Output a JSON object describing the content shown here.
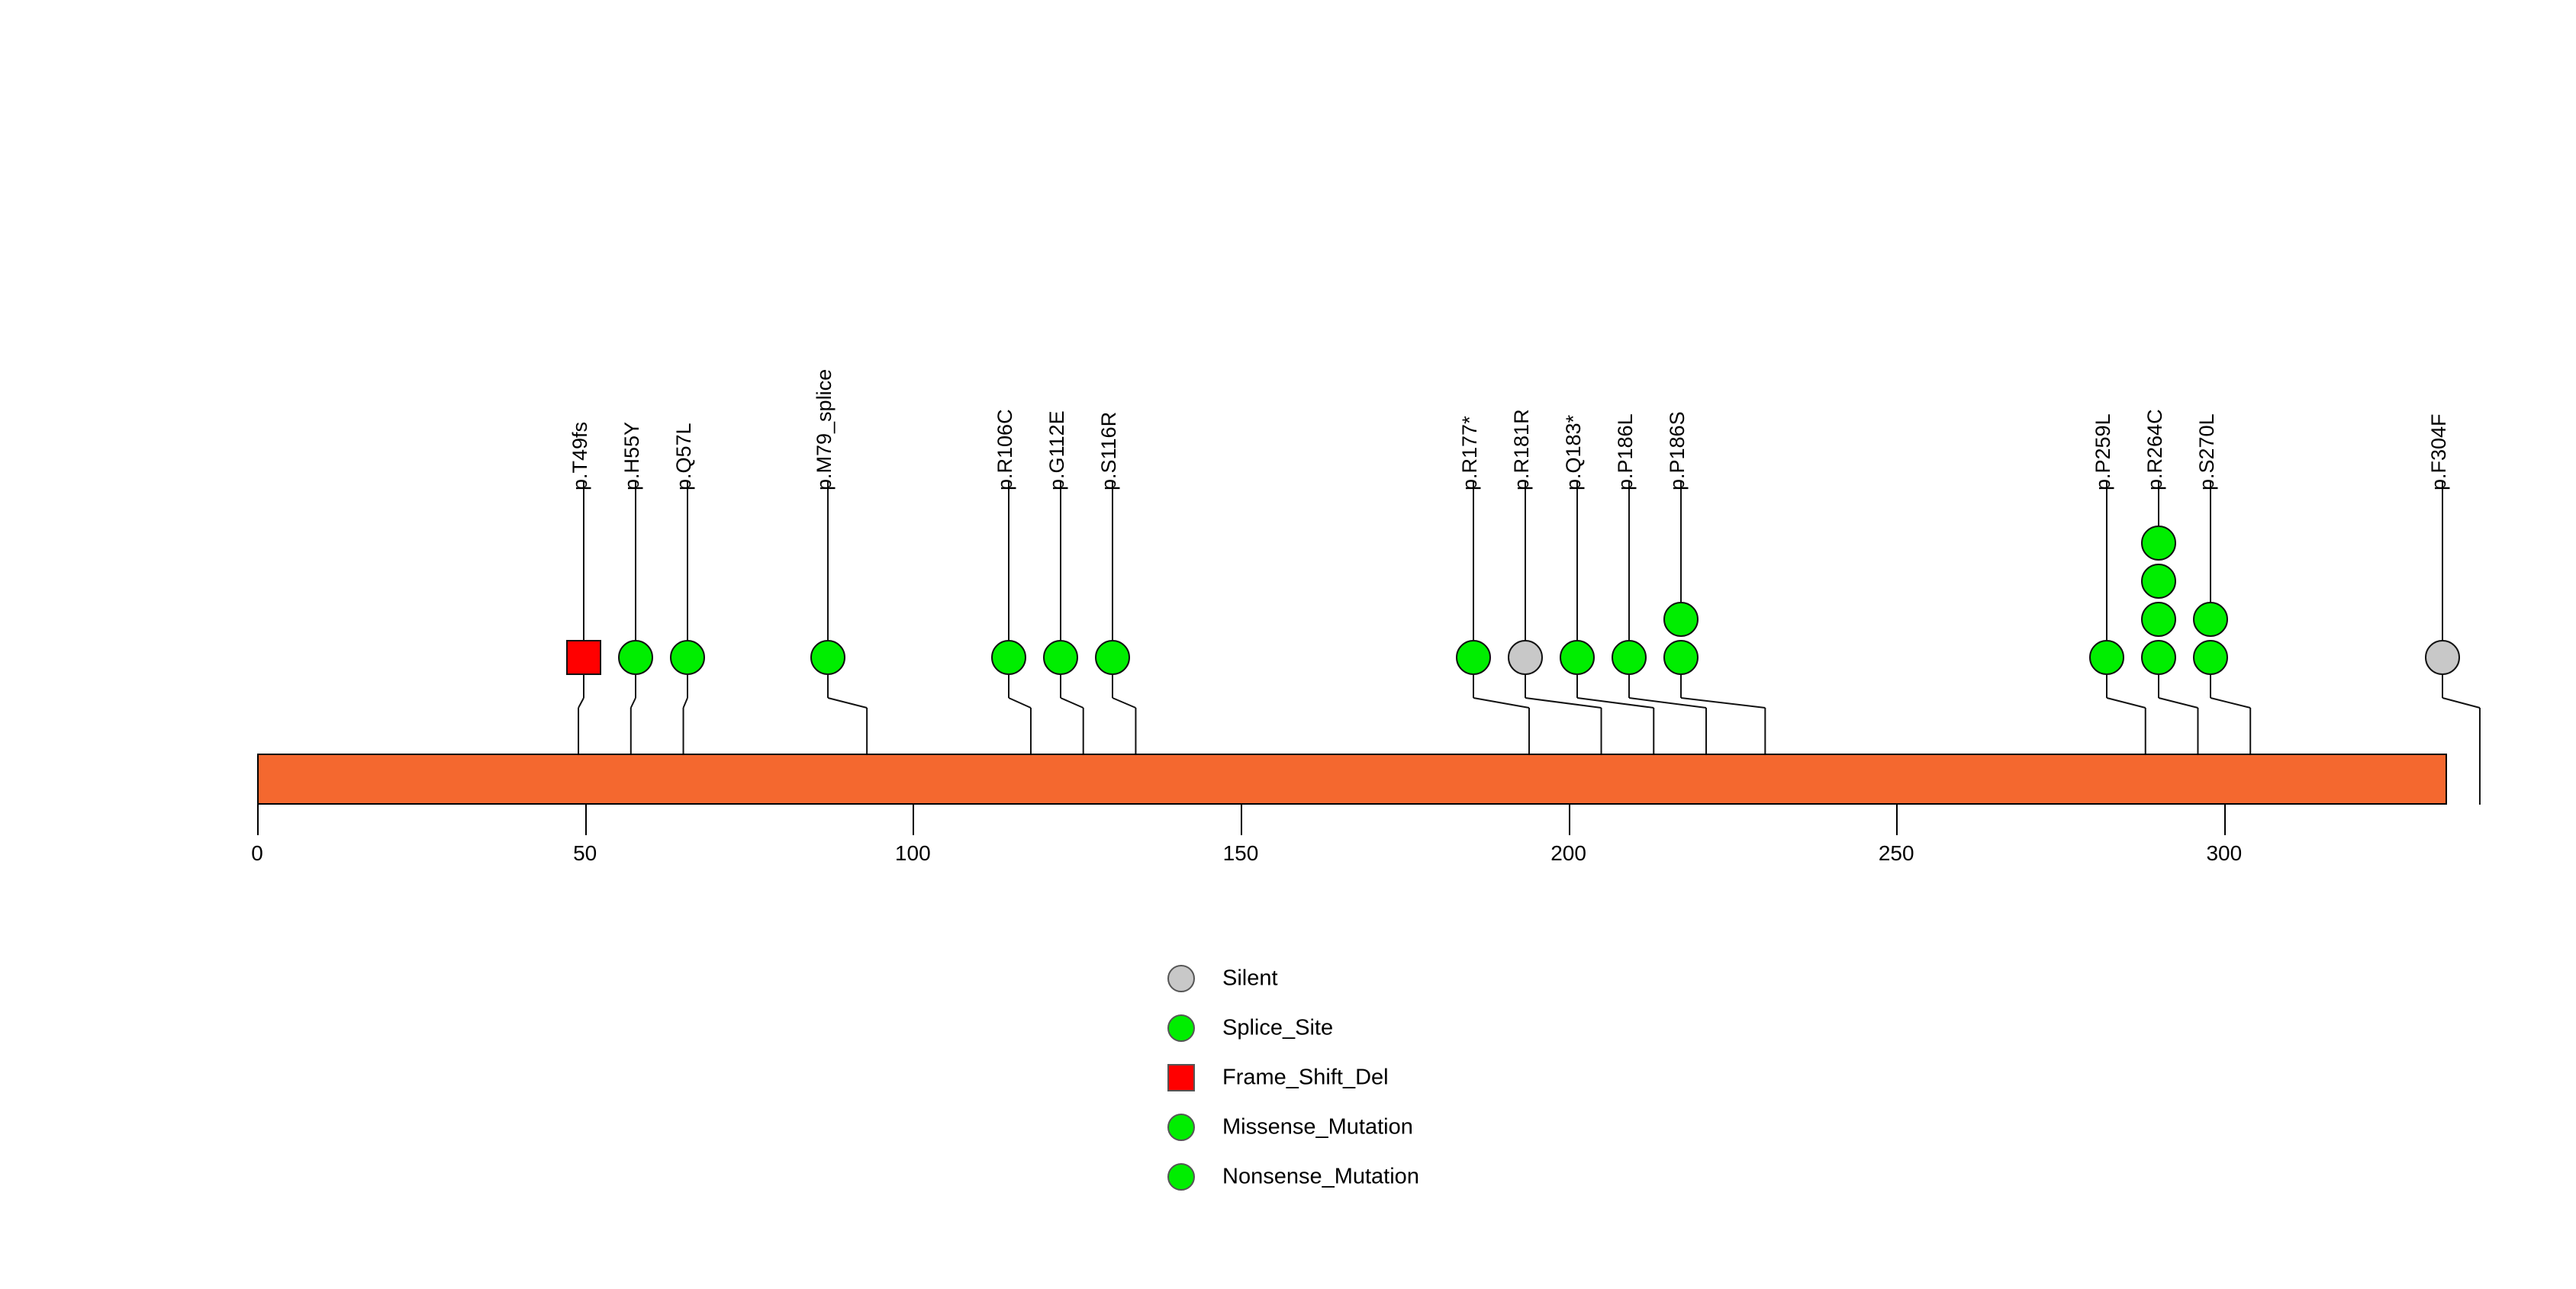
{
  "chart_data": {
    "type": "lollipop",
    "title": "",
    "xlabel": "",
    "ylabel": "",
    "xlim": [
      0,
      334
    ],
    "axis_ticks": [
      0,
      50,
      100,
      150,
      200,
      250,
      300
    ],
    "axis_tick_labels": [
      "0",
      "50",
      "100",
      "150",
      "200",
      "250",
      "300"
    ],
    "protein_bar": {
      "name": "protein-backbone",
      "start": 0,
      "end": 334,
      "color": "#F4682F",
      "border_color": "#000000"
    },
    "mutations": [
      {
        "label": "p.T49fs",
        "position": 49,
        "count": 1,
        "type": "Frame_Shift_Del",
        "shape": "square",
        "color": "#FF0000"
      },
      {
        "label": "p.H55Y",
        "position": 57,
        "count": 1,
        "type": "Missense_Mutation",
        "shape": "circle",
        "color": "#00EE00"
      },
      {
        "label": "p.Q57L",
        "position": 65,
        "count": 1,
        "type": "Missense_Mutation",
        "shape": "circle",
        "color": "#00EE00"
      },
      {
        "label": "p.M79_splice",
        "position": 93,
        "count": 1,
        "type": "Splice_Site",
        "shape": "circle",
        "color": "#00EE00"
      },
      {
        "label": "p.R106C",
        "position": 118,
        "count": 1,
        "type": "Missense_Mutation",
        "shape": "circle",
        "color": "#00EE00"
      },
      {
        "label": "p.G112E",
        "position": 126,
        "count": 1,
        "type": "Missense_Mutation",
        "shape": "circle",
        "color": "#00EE00"
      },
      {
        "label": "p.S116R",
        "position": 134,
        "count": 1,
        "type": "Missense_Mutation",
        "shape": "circle",
        "color": "#00EE00"
      },
      {
        "label": "p.R177*",
        "position": 194,
        "count": 1,
        "type": "Nonsense_Mutation",
        "shape": "circle",
        "color": "#00EE00"
      },
      {
        "label": "p.R181R",
        "position": 205,
        "count": 1,
        "type": "Silent",
        "shape": "circle",
        "color": "#C8C8C8"
      },
      {
        "label": "p.Q183*",
        "position": 213,
        "count": 1,
        "type": "Nonsense_Mutation",
        "shape": "circle",
        "color": "#00EE00"
      },
      {
        "label": "p.P186L",
        "position": 221,
        "count": 1,
        "type": "Missense_Mutation",
        "shape": "circle",
        "color": "#00EE00"
      },
      {
        "label": "p.P186S",
        "position": 230,
        "count": 2,
        "type": "Missense_Mutation",
        "shape": "circle",
        "color": "#00EE00"
      },
      {
        "label": "p.P259L",
        "position": 288,
        "count": 1,
        "type": "Missense_Mutation",
        "shape": "circle",
        "color": "#00EE00"
      },
      {
        "label": "p.R264C",
        "position": 296,
        "count": 4,
        "type": "Missense_Mutation",
        "shape": "circle",
        "color": "#00EE00"
      },
      {
        "label": "p.S270L",
        "position": 304,
        "count": 2,
        "type": "Missense_Mutation",
        "shape": "circle",
        "color": "#00EE00"
      },
      {
        "label": "p.F304F",
        "position": 339,
        "count": 1,
        "type": "Silent",
        "shape": "circle",
        "color": "#C8C8C8"
      }
    ],
    "legend": {
      "position": "bottom-center",
      "entries": [
        {
          "label": "Silent",
          "shape": "circle",
          "color": "#C8C8C8"
        },
        {
          "label": "Splice_Site",
          "shape": "circle",
          "color": "#00EE00"
        },
        {
          "label": "Frame_Shift_Del",
          "shape": "square",
          "color": "#FF0000"
        },
        {
          "label": "Missense_Mutation",
          "shape": "circle",
          "color": "#00EE00"
        },
        {
          "label": "Nonsense_Mutation",
          "shape": "circle",
          "color": "#00EE00"
        }
      ]
    }
  }
}
